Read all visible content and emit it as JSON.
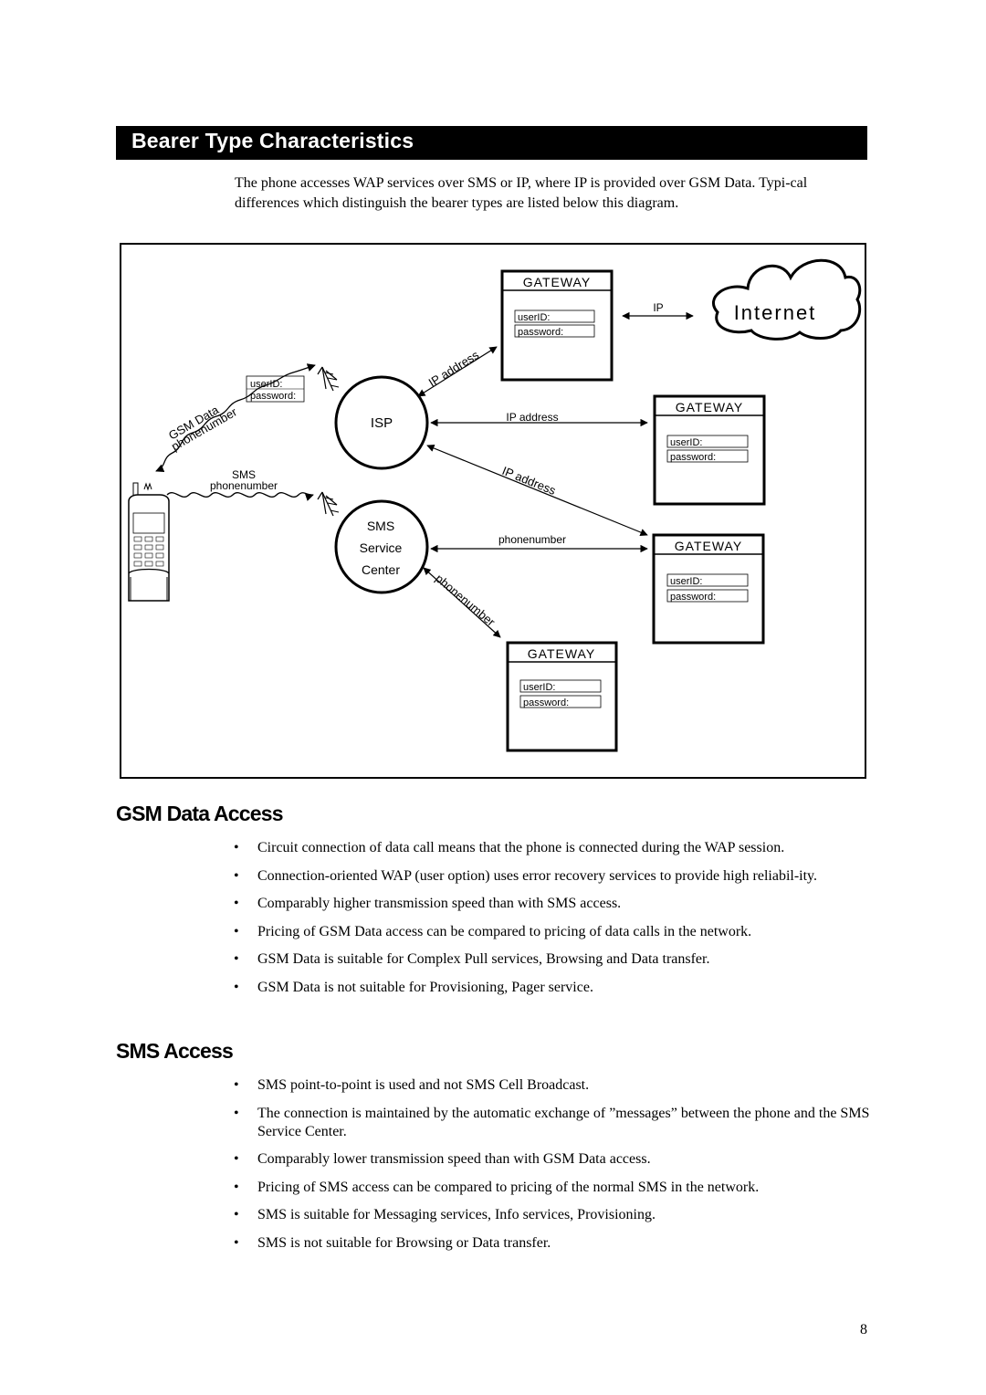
{
  "header": {
    "title": "Bearer Type Characteristics"
  },
  "intro": "The phone accesses WAP services over SMS or IP, where IP is provided over GSM Data. Typi-cal differences which distinguish the bearer types are listed below this diagram.",
  "diagram": {
    "internet_label": "Internet",
    "isp_label": "ISP",
    "sms_center_lines": [
      "SMS",
      "Service",
      "Center"
    ],
    "gateway_label": "GATEWAY",
    "userid_label": "userID:",
    "password_label": "password:",
    "gsm_data_label": "GSM Data",
    "phonenumber_label": "phonenumber",
    "sms_label": "SMS",
    "ip_label": "IP",
    "ip_address_label": "IP address"
  },
  "sections": [
    {
      "title": "GSM Data Access",
      "bullets": [
        "Circuit connection of data call means that the phone is connected during the WAP session.",
        "Connection-oriented WAP (user option) uses error recovery services to provide high reliabil-ity.",
        "Comparably higher transmission speed than with SMS access.",
        "Pricing of GSM Data access can be compared to pricing of data calls in the network.",
        "GSM Data is suitable for Complex Pull services, Browsing and Data transfer.",
        "GSM Data is not suitable for Provisioning, Pager service."
      ]
    },
    {
      "title": "SMS Access",
      "bullets": [
        "SMS point-to-point is used and not SMS Cell Broadcast.",
        "The connection is maintained by the automatic exchange of ”messages” between the phone and the SMS Service Center.",
        "Comparably lower transmission speed than with GSM Data access.",
        "Pricing of SMS access can be compared to pricing of the normal SMS in the network.",
        "SMS is suitable for Messaging services, Info services, Provisioning.",
        "SMS is not suitable for Browsing or Data transfer."
      ]
    }
  ],
  "page_number": "8"
}
